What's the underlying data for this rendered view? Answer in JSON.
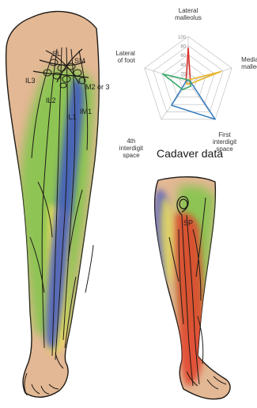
{
  "labels": {
    "sl": "SL",
    "sm": "SM",
    "il3": "IL3",
    "m2or3": "M2 or 3",
    "il2": "IL2",
    "il1": "IL1",
    "im1": "IM1",
    "sp": "SP"
  },
  "caption": "Cadaver data",
  "colors": {
    "skin": "#e3b894",
    "green": "#7fc64a",
    "yellow": "#f0e25a",
    "blue": "#3d55c8",
    "red": "#e0462e",
    "outline": "#1e1a16",
    "radar_grid": "#b9b9b9"
  },
  "chart_data": {
    "type": "radar",
    "title": "",
    "axes": [
      "Lateral malleolus",
      "Medial malleolu",
      "First interdigit space",
      "4th interdigit space",
      "Lateral of foot"
    ],
    "axis_lines": [
      [
        "Lateral",
        "malleolus"
      ],
      [
        "Medial",
        "malleolu"
      ],
      [
        "First",
        "interdigit",
        "space"
      ],
      [
        "4th",
        "interdigit",
        "space"
      ],
      [
        "Lateral",
        "of foot"
      ]
    ],
    "range": [
      0,
      100
    ],
    "ticks": [
      20,
      40,
      60,
      80,
      100
    ],
    "tick_labels": [
      "20",
      "40",
      "60",
      "80",
      "100"
    ],
    "series": [
      {
        "color": "#d9342b",
        "values": [
          75,
          5,
          5,
          5,
          5
        ]
      },
      {
        "color": "#e8b52a",
        "values": [
          5,
          75,
          5,
          5,
          5
        ]
      },
      {
        "color": "#3a7fc0",
        "values": [
          5,
          5,
          100,
          62,
          5
        ]
      },
      {
        "color": "#3aa86a",
        "values": [
          5,
          5,
          10,
          20,
          58
        ]
      }
    ]
  }
}
